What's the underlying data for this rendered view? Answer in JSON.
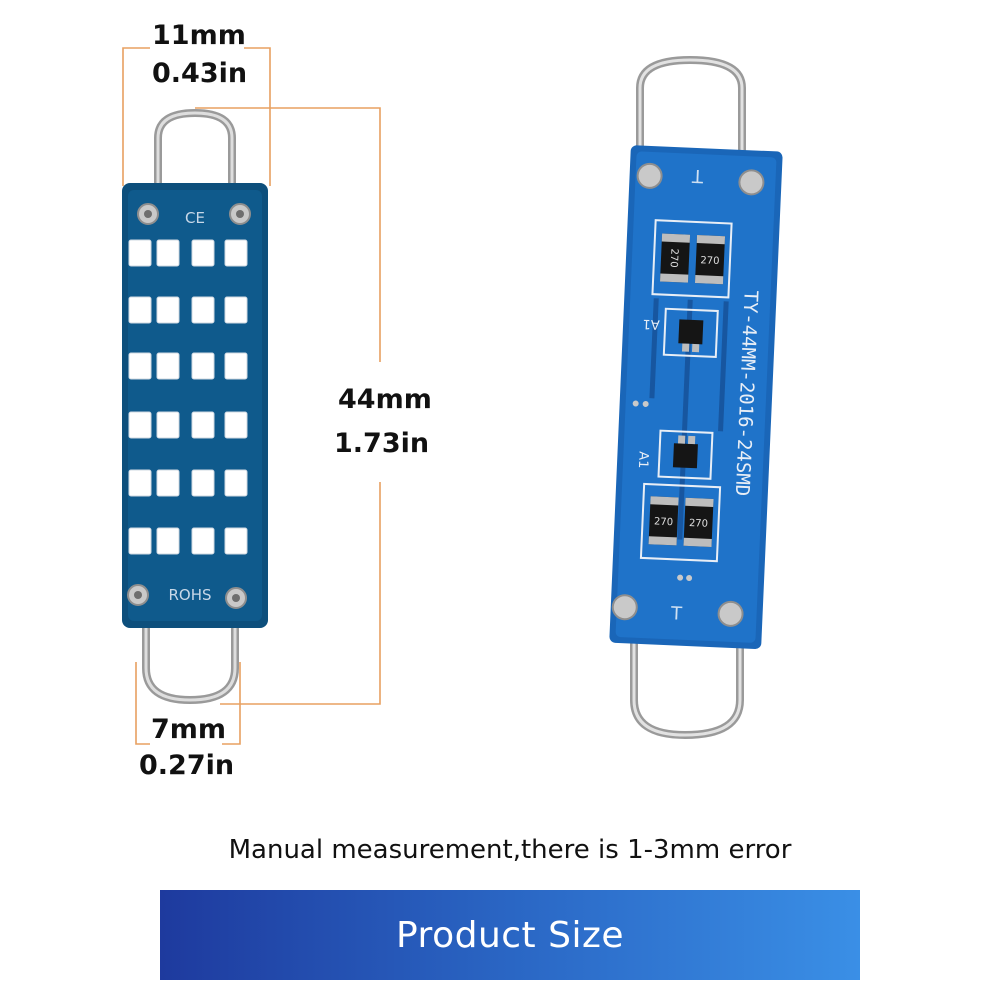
{
  "dimensions": {
    "width_mm": "11mm",
    "width_in": "0.43in",
    "length_mm": "44mm",
    "length_in": "1.73in",
    "loop_mm": "7mm",
    "loop_in": "0.27in"
  },
  "board": {
    "ce_mark": "CE",
    "rohs_mark": "ROHS",
    "model_label": "TY-44MM-2016-24SMD",
    "resistor_code": "270",
    "diode_label": "A1",
    "terminal_label": "T"
  },
  "note": "Manual measurement,there is 1-3mm error",
  "banner": "Product Size",
  "colors": {
    "dimension_line": "#e8a060",
    "pcb_front": "#0d4f7c",
    "pcb_back": "#1f73c9",
    "led": "#ffffff",
    "banner_start": "#1e3a9e",
    "banner_end": "#3a8fe6"
  }
}
